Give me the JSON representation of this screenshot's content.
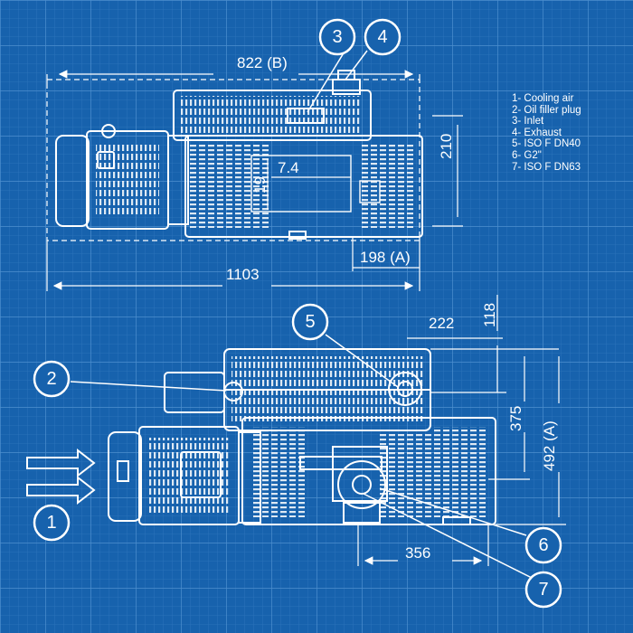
{
  "legend": [
    "1- Cooling air",
    "2- Oil filler plug",
    "3- Inlet",
    "4- Exhaust",
    "5- ISO F DN40",
    "6- G2\"",
    "7- ISO F DN63"
  ],
  "dimensions": {
    "top_length_b": "822 (B)",
    "top_height": "210",
    "top_inner_width": "7.4",
    "top_inner_height": "19",
    "top_offset_a": "198 (A)",
    "top_total_length": "1103",
    "side_offset_top": "118",
    "side_width": "222",
    "side_height_375": "375",
    "side_height_a": "492 (A)",
    "side_bottom_width": "356"
  },
  "callouts": [
    "1",
    "2",
    "3",
    "4",
    "5",
    "6",
    "7"
  ],
  "colors": {
    "background": "#1762ad",
    "grid_minor": "#3a7cc0",
    "grid_major": "#5b97d1",
    "line": "#ffffff"
  }
}
